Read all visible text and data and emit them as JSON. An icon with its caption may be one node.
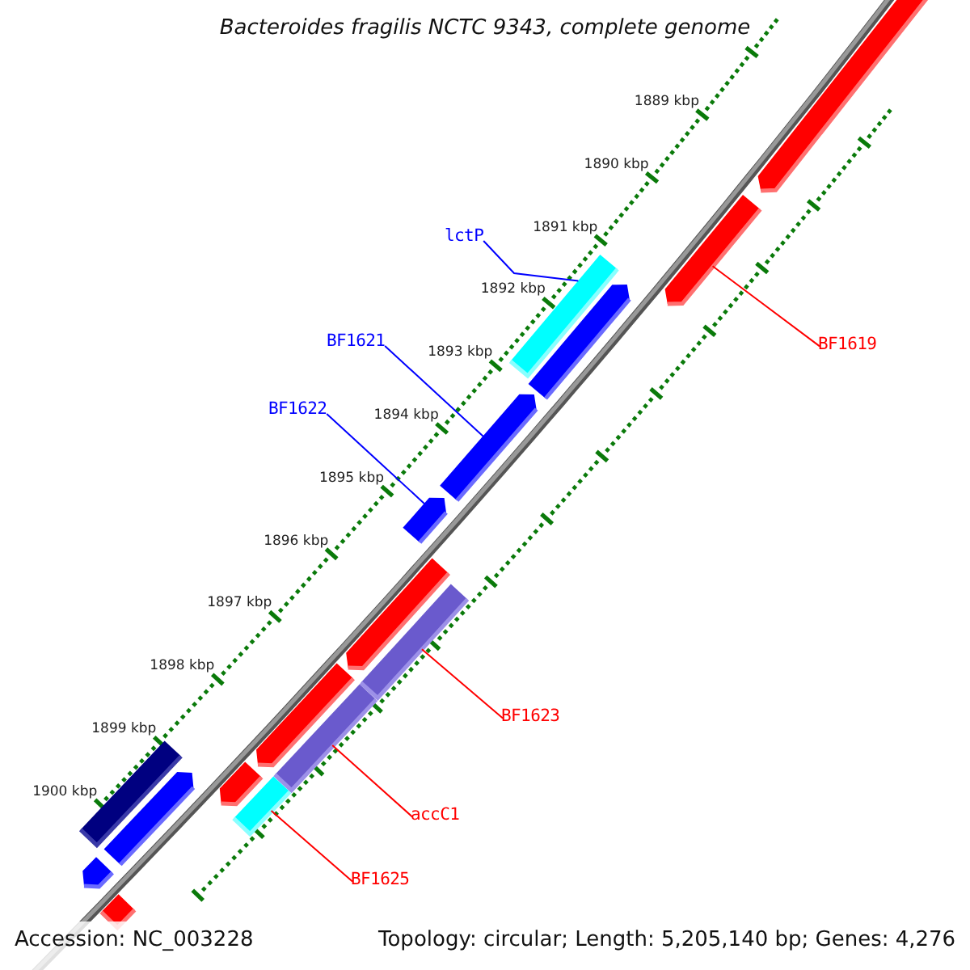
{
  "diagram": {
    "title": "Bacteroides fragilis NCTC 9343, complete genome",
    "nodes": [
      {
        "text": [
          "lctP"
        ]
      },
      {
        "text": [
          "BF1621"
        ]
      },
      {
        "text": [
          "BF1622"
        ]
      },
      {
        "text": [
          "BF1619"
        ]
      },
      {
        "text": [
          "BF1623"
        ]
      },
      {
        "text": [
          "accC1"
        ]
      },
      {
        "text": [
          "BF1625"
        ]
      },
      {
        "text": [],
        "shape": "bar"
      },
      {
        "text": [],
        "shape": "bar"
      },
      {
        "text": [],
        "shape": "bar"
      },
      {
        "text": [],
        "shape": "bar"
      },
      {
        "text": [],
        "shape": "bar"
      },
      {
        "text": [],
        "shape": "bar"
      },
      {
        "text": [],
        "shape": "bar"
      },
      {
        "text": [],
        "shape": "bar"
      },
      {
        "text": [],
        "shape": "bar"
      },
      {
        "text": [],
        "shape": "bar"
      },
      {
        "text": [],
        "shape": "bar"
      },
      {
        "text": [],
        "shape": "bar"
      },
      {
        "text": [],
        "shape": "bar"
      },
      {
        "text": [],
        "shape": "bar"
      },
      {
        "text": [],
        "shape": "bar"
      },
      {
        "text": [],
        "shape": "bar"
      }
    ],
    "edges": [
      {
        "from": 0,
        "to": 9,
        "arrow": "none",
        "color": "#0000ff"
      },
      {
        "from": 1,
        "to": 11,
        "arrow": "none",
        "color": "#0000ff"
      },
      {
        "from": 2,
        "to": 12,
        "arrow": "none",
        "color": "#0000ff"
      },
      {
        "from": 3,
        "to": 8,
        "arrow": "none"
      },
      {
        "from": 4,
        "to": 14,
        "arrow": "none"
      },
      {
        "from": 5,
        "to": 16,
        "arrow": "none"
      },
      {
        "from": 6,
        "to": 20,
        "arrow": "none"
      }
    ],
    "labels": [
      "1889 kbp",
      "1890 kbp",
      "1891 kbp",
      "1892 kbp",
      "1893 kbp",
      "1894 kbp",
      "1895 kbp",
      "1896 kbp",
      "1897 kbp",
      "1898 kbp",
      "1899 kbp",
      "1900 kbp",
      "Accession: NC_003228",
      "Topology: circular; Length: 5,205,140 bp; Genes: 4,276"
    ]
  }
}
